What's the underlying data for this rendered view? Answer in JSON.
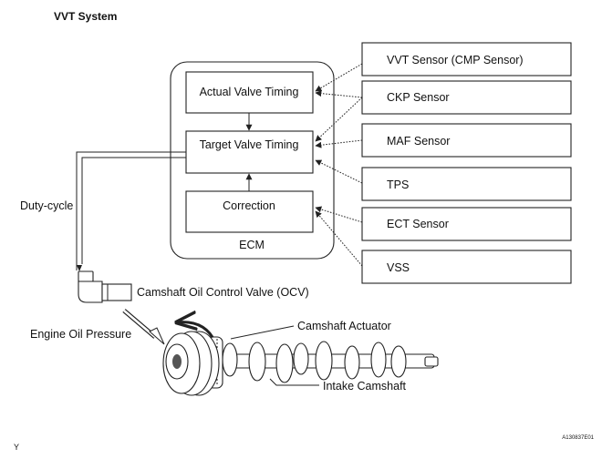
{
  "title": "VVT System",
  "ecm": {
    "label": "ECM",
    "blocks": [
      "Actual Valve Timing",
      "Target Valve Timing",
      "Correction"
    ]
  },
  "sensors": [
    "VVT Sensor (CMP Sensor)",
    "CKP Sensor",
    "MAF Sensor",
    "TPS",
    "ECT Sensor",
    "VSS"
  ],
  "labels": {
    "duty_cycle": "Duty-cycle",
    "ocv": "Camshaft Oil Control Valve (OCV)",
    "engine_oil_pressure": "Engine Oil Pressure",
    "camshaft_actuator": "Camshaft Actuator",
    "intake_camshaft": "Intake Camshaft"
  },
  "footer": {
    "left_mark": "Y",
    "figure_code": "A130837E01"
  }
}
